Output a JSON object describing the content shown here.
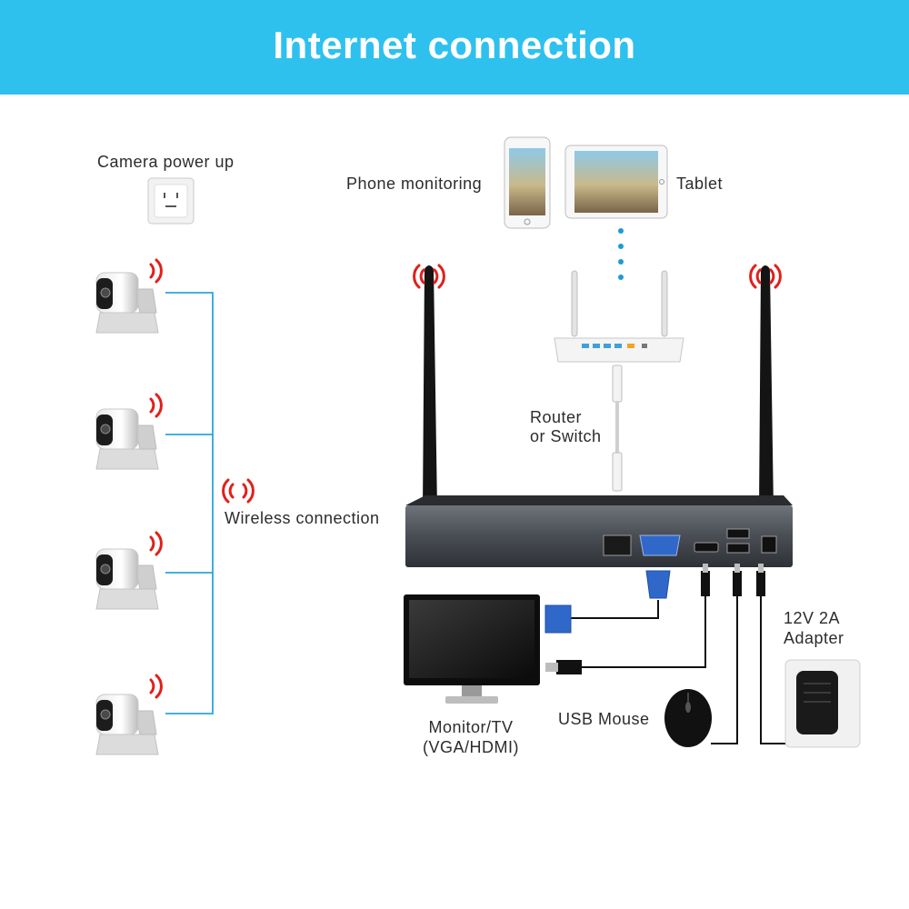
{
  "header": {
    "title": "Internet connection"
  },
  "labels": {
    "camera_power": "Camera power up",
    "phone": "Phone monitoring",
    "tablet": "Tablet",
    "router_line1": "Router",
    "router_line2": "or Switch",
    "wireless": "Wireless connection",
    "monitor_line1": "Monitor/TV",
    "monitor_line2": "(VGA/HDMI)",
    "usb_mouse": "USB Mouse",
    "adapter_line1": "12V 2A",
    "adapter_line2": "Adapter"
  },
  "colors": {
    "banner": "#2ec1ee",
    "signal": "#e0201c",
    "wire_blue": "#2aa7d8",
    "dots": "#1e9ad6"
  },
  "icons": [
    "wall-socket-icon",
    "camera-icon",
    "wifi-signal-icon",
    "phone-icon",
    "tablet-icon",
    "router-icon",
    "ethernet-cable-icon",
    "nvr-icon",
    "antenna-icon",
    "vga-cable-icon",
    "usb-cable-icon",
    "monitor-icon",
    "mouse-icon",
    "power-adapter-icon"
  ]
}
